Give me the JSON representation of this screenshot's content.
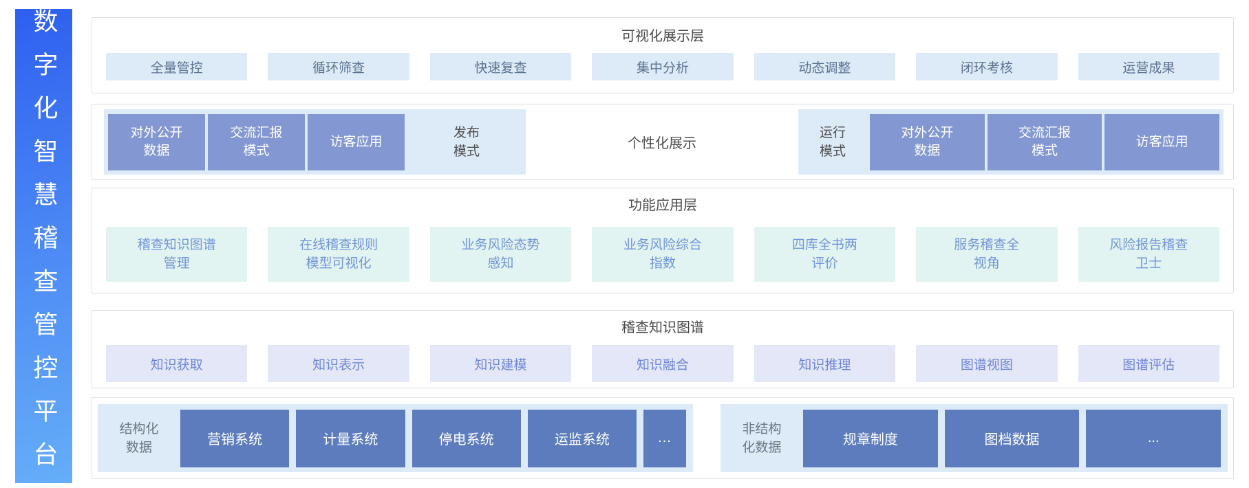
{
  "sidebar": {
    "title": "数字化智慧稽查管控平台"
  },
  "visualization_layer": {
    "title": "可视化展示层",
    "items": [
      "全量管控",
      "循环筛查",
      "快速复查",
      "集中分析",
      "动态调整",
      "闭环考核",
      "运营成果"
    ]
  },
  "display_layer": {
    "publish_group": {
      "boxes": [
        "对外公开\n数据",
        "交流汇报\n模式",
        "访客应用"
      ],
      "label": "发布\n模式"
    },
    "center_label": "个性化展示",
    "run_group": {
      "label": "运行\n模式",
      "boxes": [
        "对外公开\n数据",
        "交流汇报\n模式",
        "访客应用"
      ]
    }
  },
  "function_layer": {
    "title": "功能应用层",
    "items": [
      "稽查知识图谱\n管理",
      "在线稽查规则\n模型可视化",
      "业务风险态势\n感知",
      "业务风险综合\n指数",
      "四库全书两\n评价",
      "服务稽查全\n视角",
      "风险报告稽查\n卫士"
    ]
  },
  "knowledge_layer": {
    "title": "稽查知识图谱",
    "items": [
      "知识获取",
      "知识表示",
      "知识建模",
      "知识融合",
      "知识推理",
      "图谱视图",
      "图谱评估"
    ]
  },
  "data_layer": {
    "structured": {
      "label": "结构化\n数据",
      "boxes": [
        "营销系统",
        "计量系统",
        "停电系统",
        "运监系统",
        "..."
      ]
    },
    "unstructured": {
      "label": "非结构\n化数据",
      "boxes": [
        "规章制度",
        "图档数据",
        "..."
      ]
    }
  },
  "colors": {
    "sidebar_gradient_start": "#2e5ff0",
    "sidebar_gradient_end": "#65aef8",
    "light_blue_box": "#ddebf8",
    "mint_box": "#e2f4f1",
    "lavender_box": "#e4e7f8",
    "mid_blue_box": "#8398d2",
    "deep_blue_box": "#5d7cbe",
    "card_border": "#e0e0e0"
  }
}
